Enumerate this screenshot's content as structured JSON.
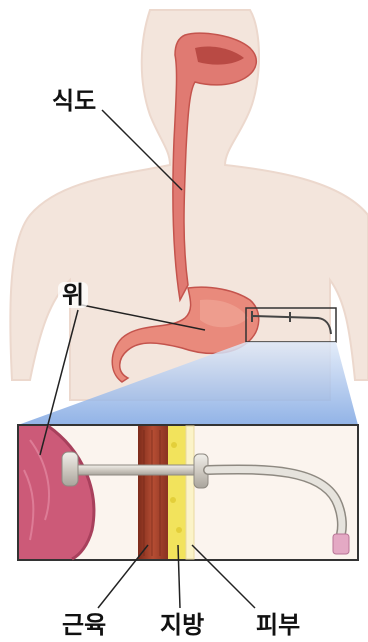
{
  "labels": {
    "esophagus": "식도",
    "stomach": "위",
    "muscle": "근육",
    "fat": "지방",
    "skin": "피부"
  },
  "colors": {
    "body_skin": "#f3e5dc",
    "organ": "#e07a72",
    "organ_dark": "#c4544d",
    "inset_bg": "#fbf4ee",
    "stomach_wall": "#cc5a78",
    "muscle": "#a8432a",
    "fat": "#f2e35c",
    "skin_layer": "#fbf3c8",
    "tube": "#dad6cf",
    "callout_blue": "#8fb1e6"
  }
}
